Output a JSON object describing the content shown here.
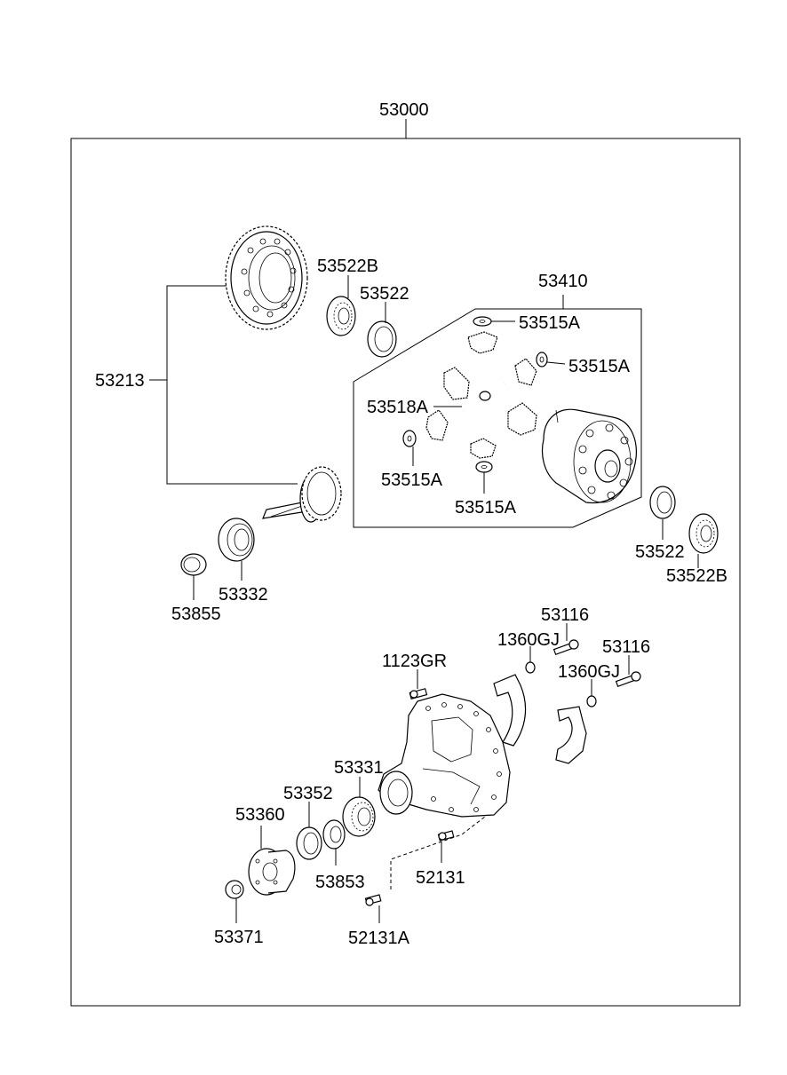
{
  "labels": {
    "assembly": "53000",
    "ring_pinion_set": "53213",
    "bearing_upper_b": "53522B",
    "bearing_upper": "53522",
    "diff_case_assy": "53410",
    "washer_top": "53515A",
    "washer_right": "53515A",
    "pinion_shaft": "53518A",
    "washer_left": "53515A",
    "washer_bottom": "53515A",
    "bearing_lower": "53522",
    "bearing_lower_b": "53522B",
    "pinion_bearing": "53332",
    "spacer": "53855",
    "bolt_upper": "53116",
    "washer_gj_upper": "1360GJ",
    "bolt_right": "53116",
    "washer_gj_right": "1360GJ",
    "breather": "1123GR",
    "front_bearing": "53331",
    "oil_seal": "53352",
    "companion_flange": "53360",
    "thrust_washer": "53853",
    "nut": "53371",
    "plug": "52131",
    "plug_a": "52131A"
  }
}
